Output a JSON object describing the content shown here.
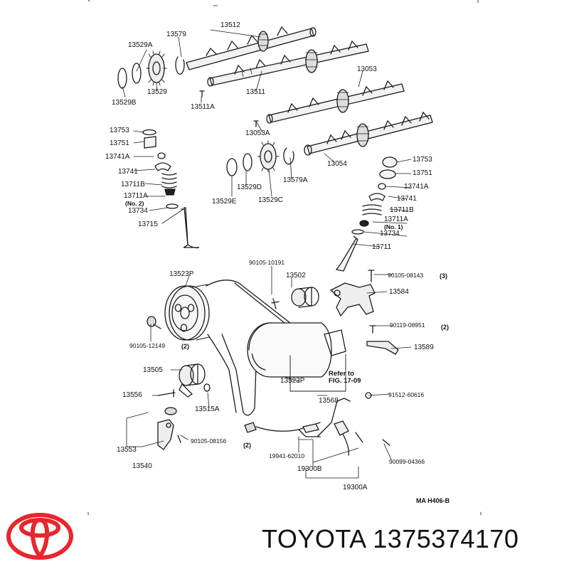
{
  "labels": {
    "l13512": "13512",
    "l13579": "13579",
    "l13529A": "13529A",
    "l13529": "13529",
    "l13529B": "13529B",
    "l13511": "13511",
    "l13511A": "13511A",
    "l13053": "13053",
    "l13053A": "13053A",
    "l13753L": "13753",
    "l13751L": "13751",
    "l13741AL": "13741A",
    "l13741L": "13741",
    "l13711BL": "13711B",
    "l13711AL": "13711A",
    "lno2": "(No. 2)",
    "l13734L": "13734",
    "l13715": "13715",
    "l13529E": "13529E",
    "l13529D": "13529D",
    "l13529C": "13529C",
    "l13579A": "13579A",
    "l13054": "13054",
    "l13753R": "13753",
    "l13751R": "13751",
    "l13741AR": "13741A",
    "l13741R": "13741",
    "l13711BR": "13711B",
    "l13711AR": "13711A",
    "lno1": "(No. 1)",
    "l13734R": "13734",
    "l13711": "13711",
    "l90105_10191": "90105-10191",
    "l13502": "13502",
    "l13523P_top": "13523P",
    "l90105_08143": "90105-08143",
    "q3": "(3)",
    "l13584": "13584",
    "l90105_12149": "90105-12149",
    "q2a": "(2)",
    "l90119_08951": "90119-08951",
    "q2b": "(2)",
    "l13589": "13589",
    "l13505": "13505",
    "l13523P_bot": "13523P",
    "refer_to": "Refer to",
    "fig": "FIG. 17-09",
    "l13556": "13556",
    "l13515A": "13515A",
    "l13568": "13568",
    "l91512_60616": "91512-60616",
    "l90105_08156": "90105-08156",
    "q2c": "(2)",
    "l13553": "13553",
    "l19941_62010": "19941-62010",
    "l90099_04366": "90099-04366",
    "l13540": "13540",
    "l19300B": "19300B",
    "l19300A": "19300A",
    "ma_code": "MA  H406-B"
  },
  "footer": {
    "brand_text": "TOYOTA 1375374170",
    "logo_color": "#e8262d"
  }
}
